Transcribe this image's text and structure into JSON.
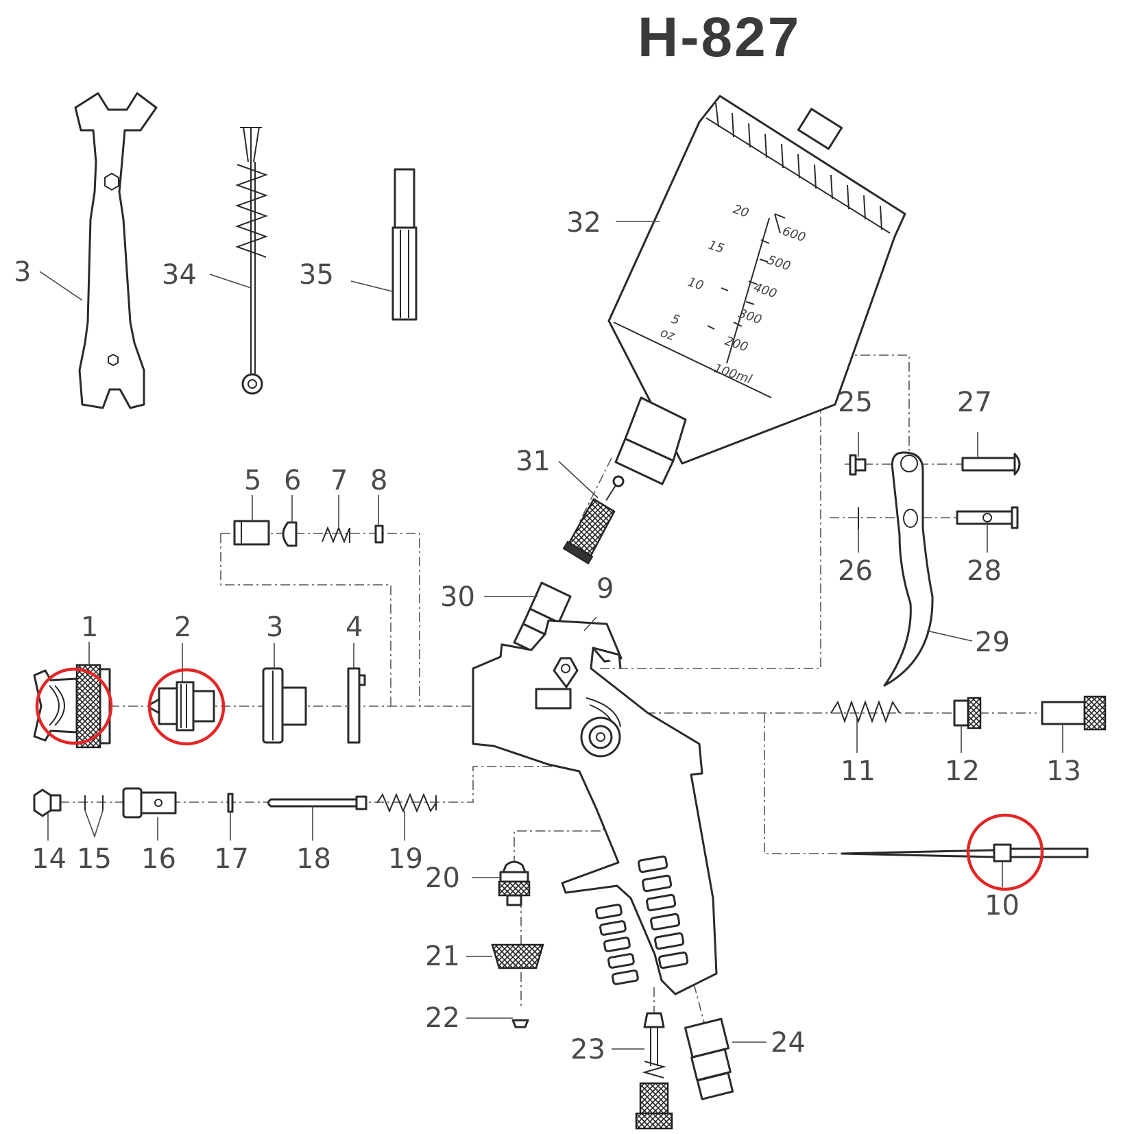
{
  "title": "H-827",
  "parts": [
    {
      "id": "p1",
      "label": "1"
    },
    {
      "id": "p2",
      "label": "2"
    },
    {
      "id": "p3",
      "label": "3"
    },
    {
      "id": "p4",
      "label": "4"
    },
    {
      "id": "p5",
      "label": "5"
    },
    {
      "id": "p6",
      "label": "6"
    },
    {
      "id": "p7",
      "label": "7"
    },
    {
      "id": "p8",
      "label": "8"
    },
    {
      "id": "p9",
      "label": "9"
    },
    {
      "id": "p10",
      "label": "10"
    },
    {
      "id": "p11",
      "label": "11"
    },
    {
      "id": "p12",
      "label": "12"
    },
    {
      "id": "p13",
      "label": "13"
    },
    {
      "id": "p14",
      "label": "14"
    },
    {
      "id": "p15",
      "label": "15"
    },
    {
      "id": "p16",
      "label": "16"
    },
    {
      "id": "p17",
      "label": "17"
    },
    {
      "id": "p18",
      "label": "18"
    },
    {
      "id": "p19",
      "label": "19"
    },
    {
      "id": "p20",
      "label": "20"
    },
    {
      "id": "p21",
      "label": "21"
    },
    {
      "id": "p22",
      "label": "22"
    },
    {
      "id": "p23",
      "label": "23"
    },
    {
      "id": "p24",
      "label": "24"
    },
    {
      "id": "p25",
      "label": "25"
    },
    {
      "id": "p26",
      "label": "26"
    },
    {
      "id": "p27",
      "label": "27"
    },
    {
      "id": "p28",
      "label": "28"
    },
    {
      "id": "p29",
      "label": "29"
    },
    {
      "id": "p30",
      "label": "30"
    },
    {
      "id": "p31",
      "label": "31"
    },
    {
      "id": "p32",
      "label": "32"
    },
    {
      "id": "p33",
      "label": "3"
    },
    {
      "id": "p34",
      "label": "34"
    },
    {
      "id": "p35",
      "label": "35"
    }
  ],
  "cup_scale": {
    "oz": [
      "20",
      "15",
      "10",
      "5",
      "oz"
    ],
    "ml": [
      "600",
      "500",
      "400",
      "300",
      "200",
      "100ml"
    ]
  },
  "colors": {
    "line": "#2a2a2a",
    "callout": "#e32626",
    "text": "#4a4a4a"
  },
  "highlighted_parts": [
    "1",
    "2",
    "10"
  ]
}
